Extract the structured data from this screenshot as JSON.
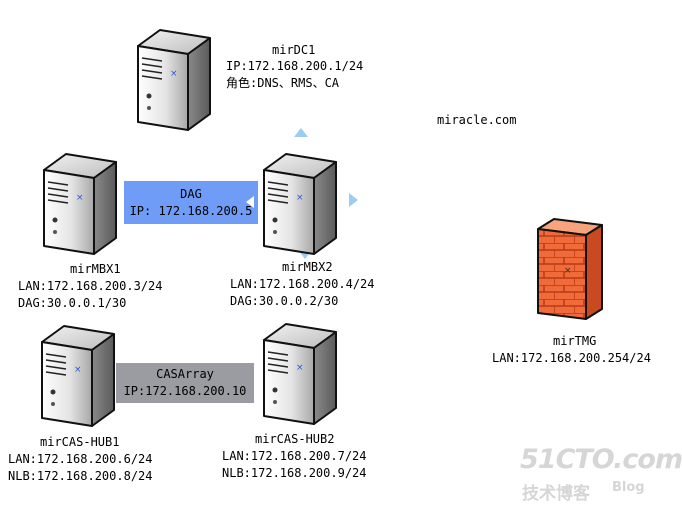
{
  "domain": "miracle.com",
  "dc1": {
    "name": "mirDC1",
    "ip": "IP:172.168.200.1/24",
    "role": "角色:DNS、RMS、CA"
  },
  "mbx1": {
    "name": "mirMBX1",
    "lan": "LAN:172.168.200.3/24",
    "dag": "DAG:30.0.0.1/30"
  },
  "mbx2": {
    "name": "mirMBX2",
    "lan": "LAN:172.168.200.4/24",
    "dag": "DAG:30.0.0.2/30"
  },
  "dag_box": {
    "title": "DAG",
    "ip": "IP: 172.168.200.5",
    "color": "#6f9cf7"
  },
  "cas1": {
    "name": "mirCAS-HUB1",
    "lan": "LAN:172.168.200.6/24",
    "nlb": "NLB:172.168.200.8/24"
  },
  "cas2": {
    "name": "mirCAS-HUB2",
    "lan": "LAN:172.168.200.7/24",
    "nlb": "NLB:172.168.200.9/24"
  },
  "cas_box": {
    "title": "CASArray",
    "ip": "IP:172.168.200.10",
    "color": "#9a9ca2"
  },
  "tmg": {
    "name": "mirTMG",
    "lan": "LAN:172.168.200.254/24"
  },
  "watermark": {
    "main": "51CTO.com",
    "sub": "技术博客",
    "blog": "Blog"
  },
  "icons": {
    "server": "server-tower-icon",
    "firewall": "firewall-brick-icon"
  }
}
